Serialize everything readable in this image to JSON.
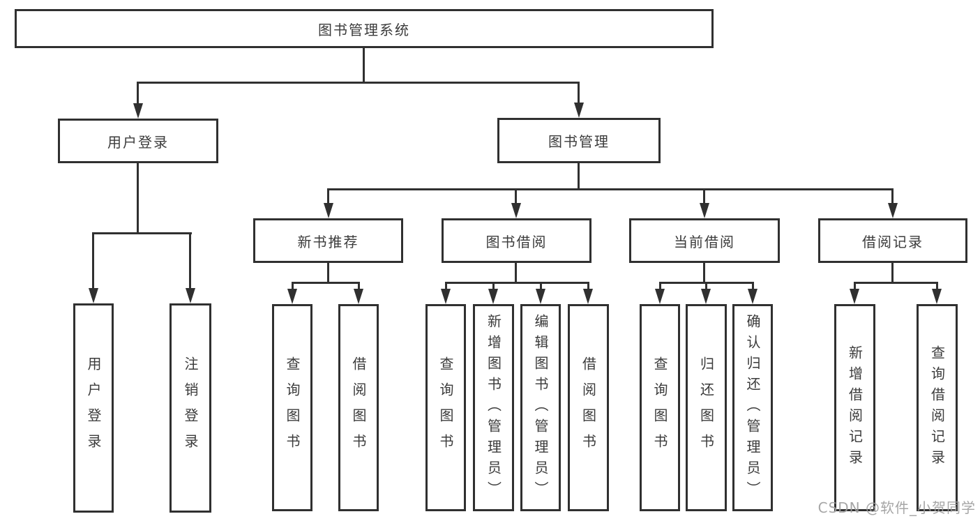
{
  "diagram": {
    "root": {
      "label": "图书管理系统"
    },
    "branches": [
      {
        "label": "用户登录",
        "children": [
          {
            "label": "用户登录"
          },
          {
            "label": "注销登录"
          }
        ]
      },
      {
        "label": "图书管理",
        "groups": [
          {
            "label": "新书推荐",
            "children": [
              {
                "label": "查询图书"
              },
              {
                "label": "借阅图书"
              }
            ]
          },
          {
            "label": "图书借阅",
            "children": [
              {
                "label": "查询图书"
              },
              {
                "label": "新增图书（管理员）"
              },
              {
                "label": "编辑图书（管理员）"
              },
              {
                "label": "借阅图书"
              }
            ]
          },
          {
            "label": "当前借阅",
            "children": [
              {
                "label": "查询图书"
              },
              {
                "label": "归还图书"
              },
              {
                "label": "确认归还（管理员）"
              }
            ]
          },
          {
            "label": "借阅记录",
            "children": [
              {
                "label": "新增借阅记录"
              },
              {
                "label": "查询借阅记录"
              }
            ]
          }
        ]
      }
    ],
    "line_color": "#303030",
    "text_color": "#3b3b3b"
  },
  "watermark": {
    "text": "CSDN @软件_小贺同学"
  }
}
